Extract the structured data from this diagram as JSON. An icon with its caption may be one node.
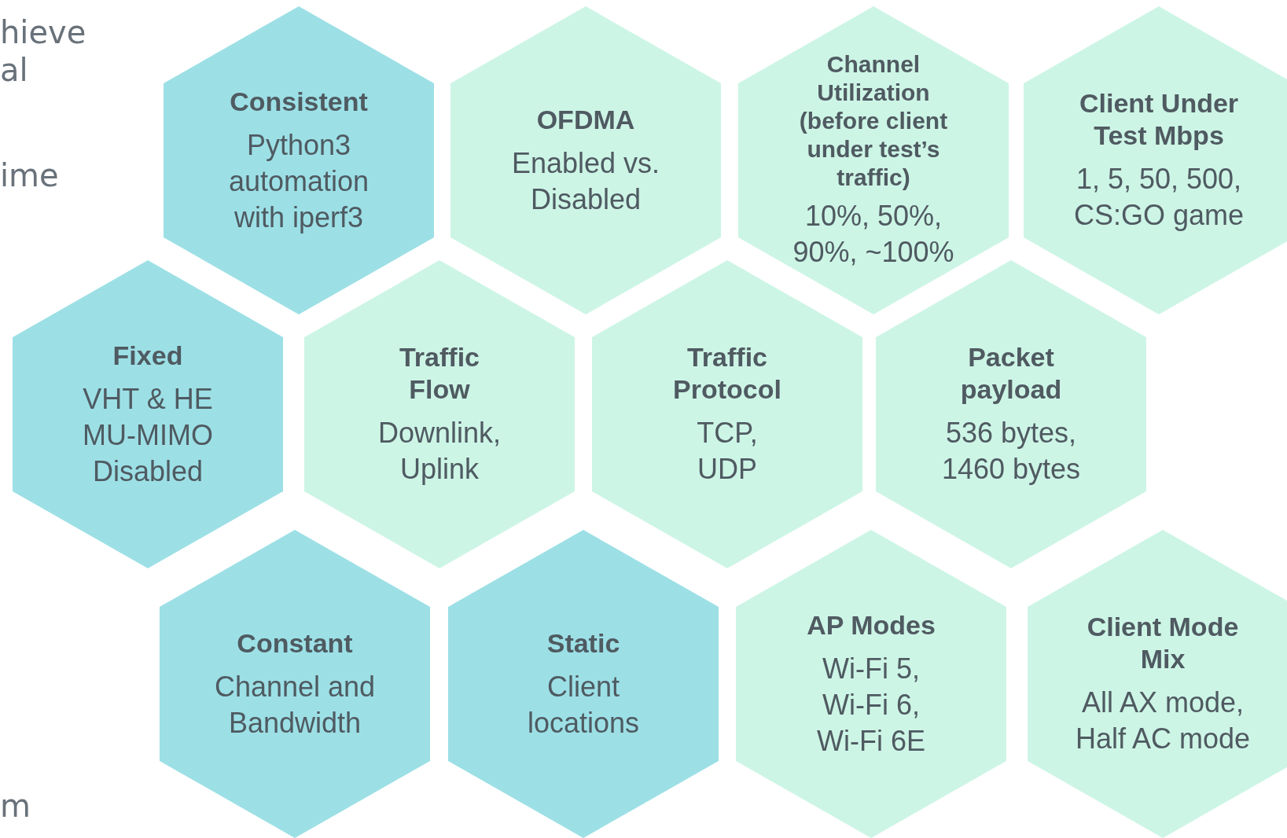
{
  "diagram": {
    "nodes": [
      {
        "text": [
          "Consistent",
          "Python3 automation with iperf3"
        ]
      },
      {
        "text": [
          "OFDMA",
          "Enabled vs. Disabled"
        ]
      },
      {
        "text": [
          "Channel Utilization (before client under test’s traffic)",
          "10%, 50%, 90%, ~100%"
        ]
      },
      {
        "text": [
          "Client Under Test Mbps",
          "1, 5, 50, 500, CS:GO game"
        ]
      },
      {
        "text": [
          "Fixed",
          "VHT & HE MU-MIMO Disabled"
        ]
      },
      {
        "text": [
          "Traffic Flow",
          "Downlink, Uplink"
        ]
      },
      {
        "text": [
          "Traffic Protocol",
          "TCP, UDP"
        ]
      },
      {
        "text": [
          "Packet payload",
          "536 bytes, 1460 bytes"
        ]
      },
      {
        "text": [
          "Constant",
          "Channel and Bandwidth"
        ]
      },
      {
        "text": [
          "Static",
          "Client locations"
        ]
      },
      {
        "text": [
          "AP Modes",
          "Wi-Fi 5, Wi-Fi 6, Wi-Fi 6E"
        ]
      },
      {
        "text": [
          "Client Mode Mix",
          "All AX mode, Half AC mode"
        ]
      }
    ],
    "labels": [
      "hieve",
      "al",
      "ime",
      "m"
    ]
  }
}
